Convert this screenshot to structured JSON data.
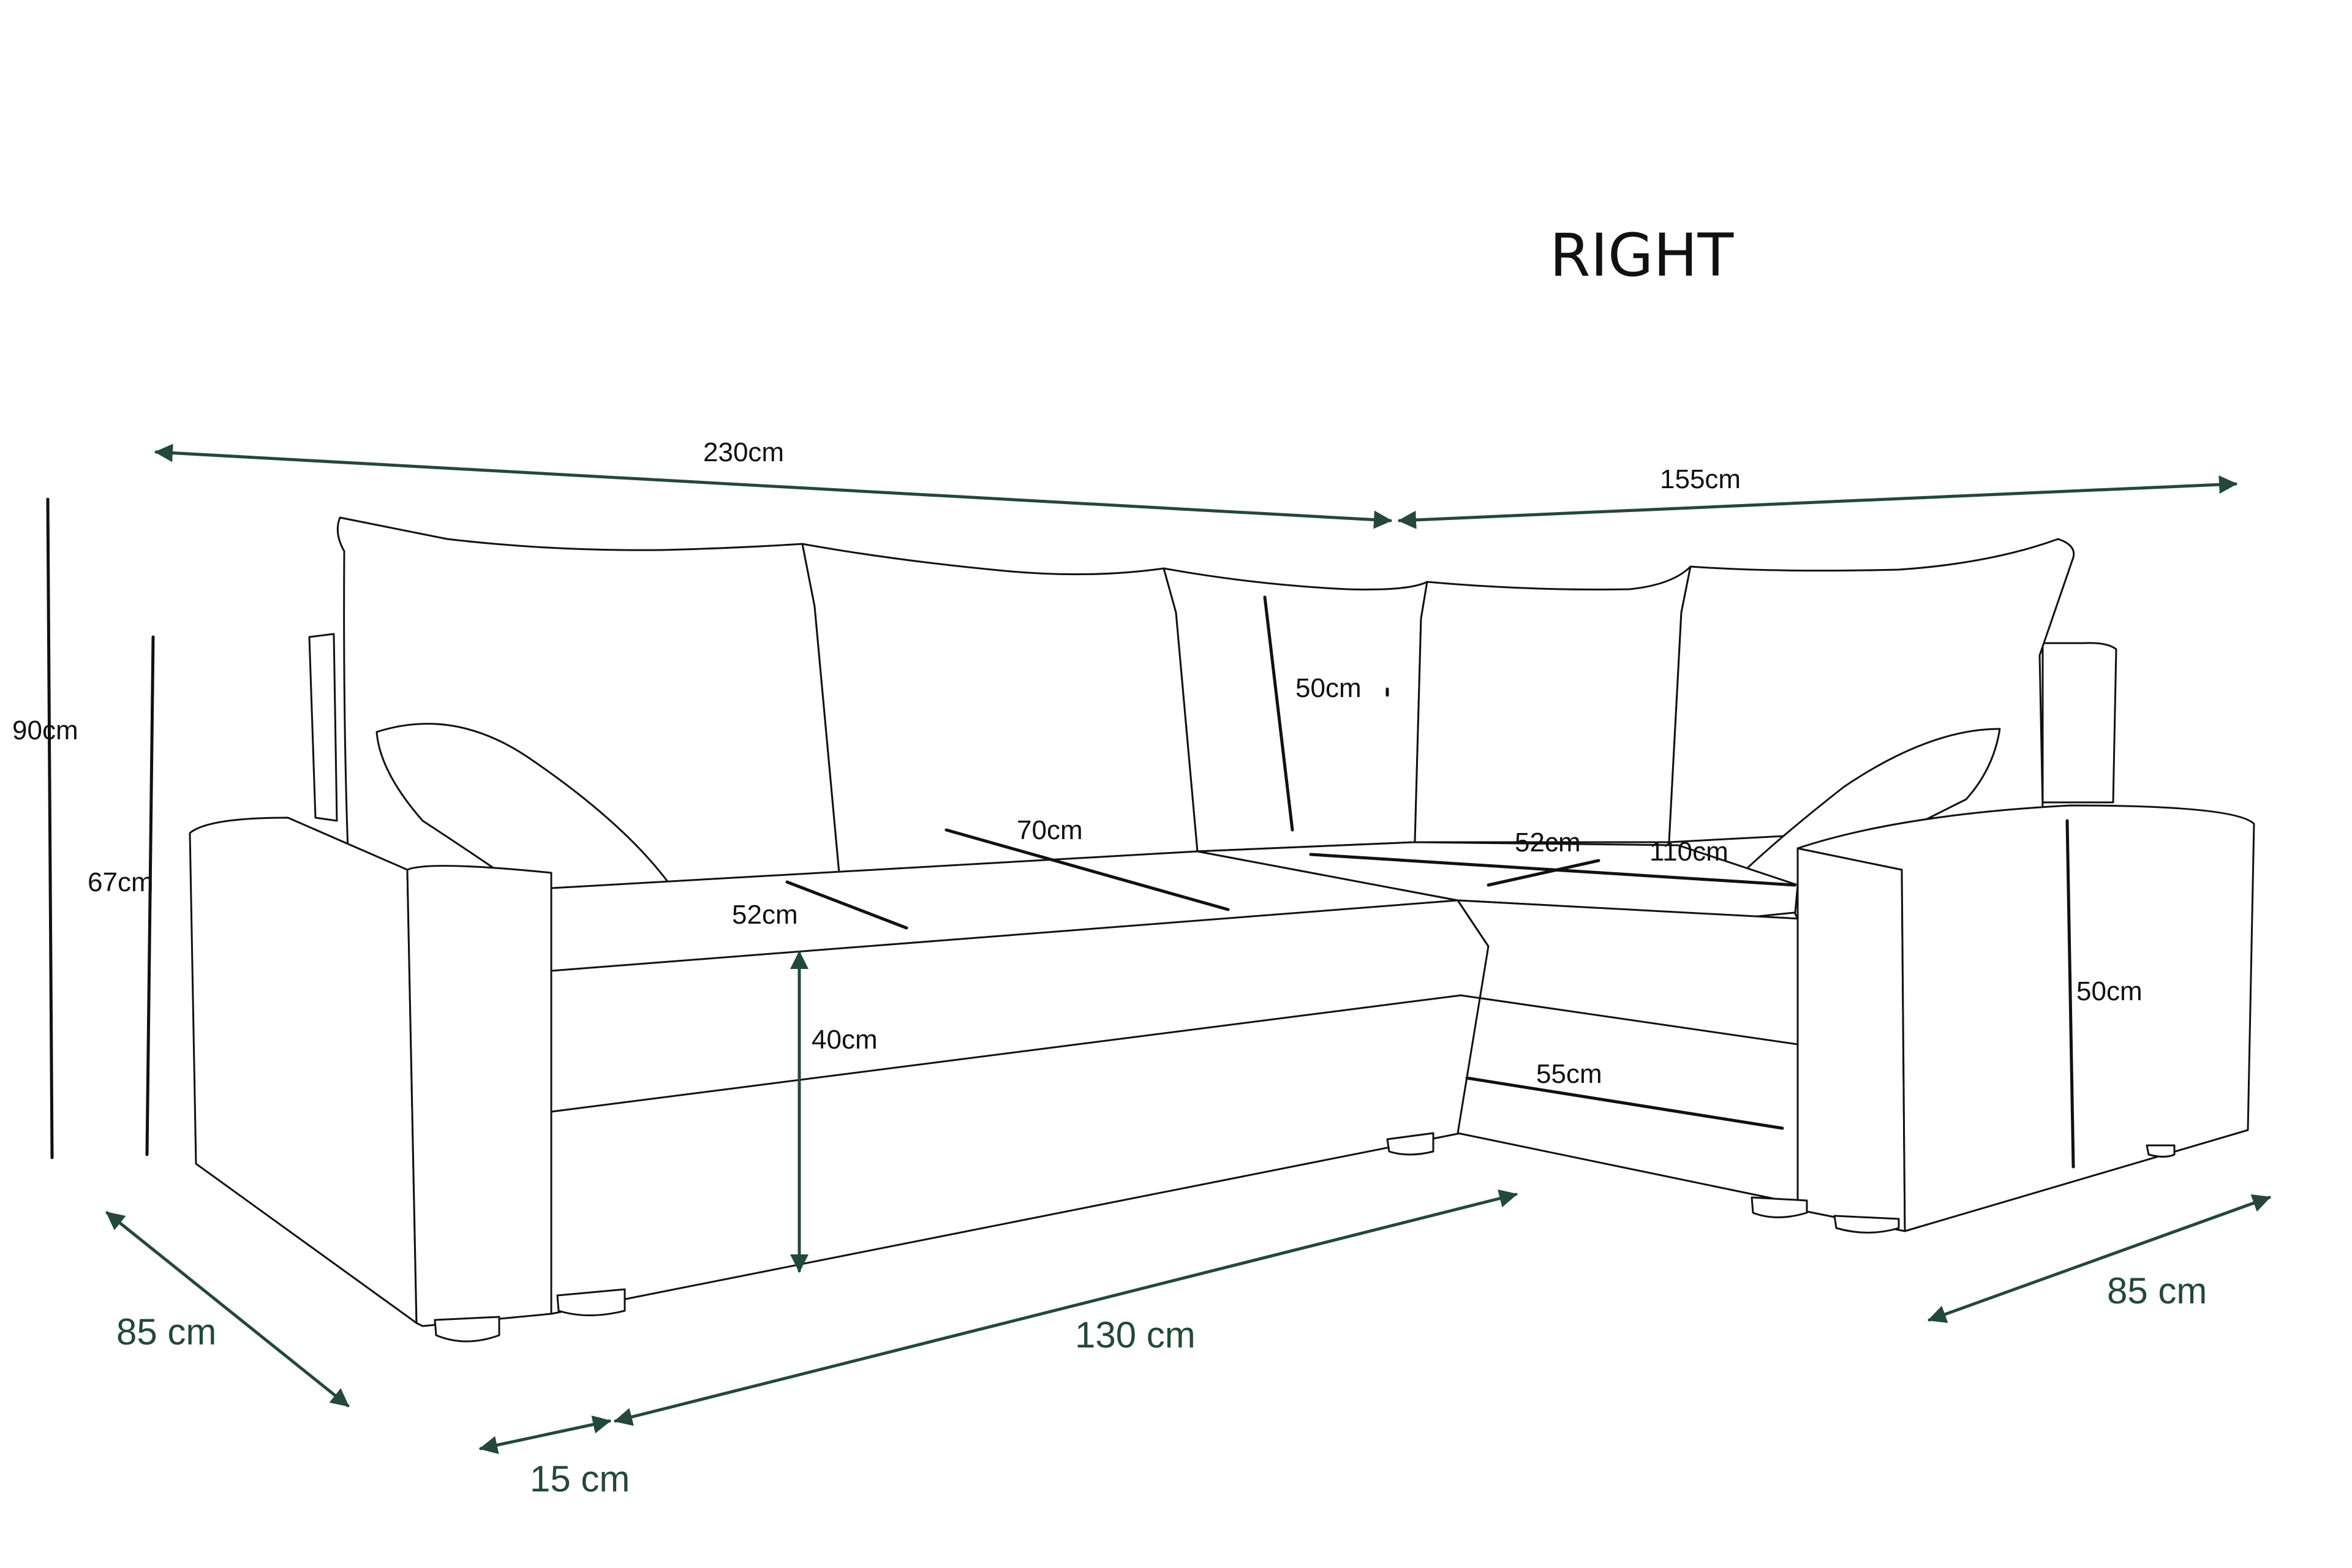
{
  "title": "RIGHT",
  "colors": {
    "outline": "#111111",
    "dimension_arrow": "#24483a",
    "background": "#ffffff"
  },
  "dimensions": {
    "total_width": "230cm",
    "corner_width": "155cm",
    "total_height": "90cm",
    "armrest_height": "67cm",
    "cushion_height": "50cm",
    "seat_depth_left": "52cm",
    "seat_width_middle": "70cm",
    "seat_height": "40cm",
    "seat_depth_corner": "52cm",
    "corner_seat_length": "110cm",
    "armrest_width_right": "50cm",
    "chaise_front": "55cm",
    "depth_left": "85 cm",
    "bed_length": "130 cm",
    "armrest_width_left": "15 cm",
    "depth_right": "85 cm"
  }
}
